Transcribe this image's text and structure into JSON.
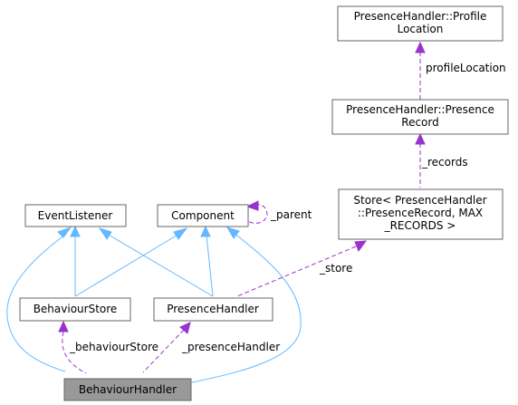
{
  "nodes": {
    "profile_location": [
      "PresenceHandler::Profile",
      "Location"
    ],
    "presence_record": [
      "PresenceHandler::Presence",
      "Record"
    ],
    "store": [
      "Store< PresenceHandler",
      "::PresenceRecord, MAX",
      "_RECORDS >"
    ],
    "event_listener": [
      "EventListener"
    ],
    "component": [
      "Component"
    ],
    "behaviour_store": [
      "BehaviourStore"
    ],
    "presence_handler": [
      "PresenceHandler"
    ],
    "behaviour_handler": [
      "BehaviourHandler"
    ]
  },
  "edge_labels": {
    "profile_location": "profileLocation",
    "records": "_records",
    "parent": "_parent",
    "store": "_store",
    "behaviour_store": "_behaviourStore",
    "presence_handler": "_presenceHandler"
  },
  "colors": {
    "inheritance": "#63b8ff",
    "usage": "#9a32cd",
    "focus_fill": "#999999",
    "border": "#666666"
  }
}
